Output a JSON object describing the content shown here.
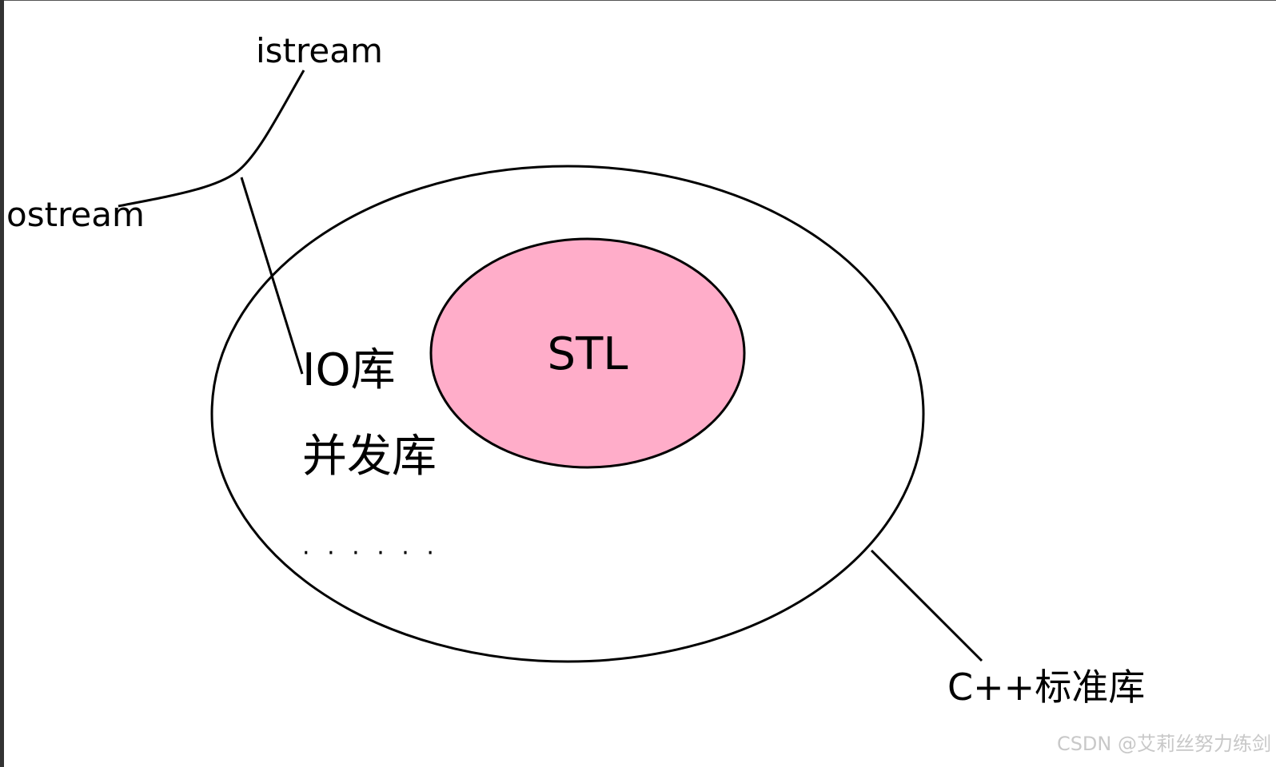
{
  "diagram": {
    "outer_set": {
      "label": "C++标准库"
    },
    "inner_set": {
      "label": "STL",
      "fill_color": "#ffadc9"
    },
    "members": [
      {
        "label": "IO库"
      },
      {
        "label": "并发库"
      },
      {
        "label": "· · · · · ·"
      }
    ],
    "io_branches": [
      {
        "label": "istream"
      },
      {
        "label": "ostream"
      }
    ]
  },
  "watermark": "CSDN @艾莉丝努力练剑"
}
